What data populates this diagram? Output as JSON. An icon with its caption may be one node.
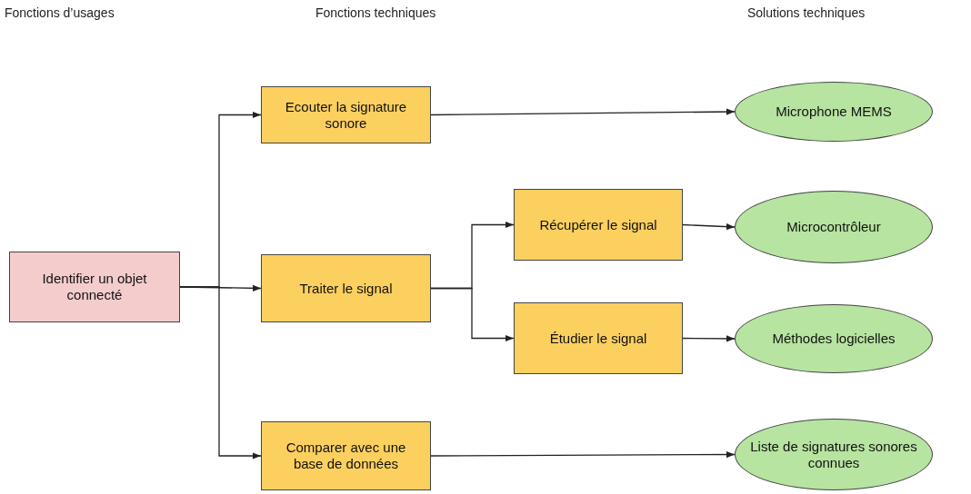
{
  "diagram": {
    "nodes": [
      {
        "text": [
          "Identifier un objet connecté"
        ]
      },
      {
        "text": [
          "Ecouter la signature sonore"
        ]
      },
      {
        "text": [
          "Traiter le signal"
        ]
      },
      {
        "text": [
          "Comparer avec une base de données"
        ]
      },
      {
        "text": [
          "Récupérer le signal"
        ]
      },
      {
        "text": [
          "Étudier le signal"
        ]
      },
      {
        "text": [
          "Microphone MEMS"
        ]
      },
      {
        "text": [
          "Microcontrôleur"
        ]
      },
      {
        "text": [
          "Méthodes logicielles"
        ]
      },
      {
        "text": [
          "Liste de signatures sonores connues"
        ]
      }
    ],
    "edges": [
      {
        "from": 0,
        "to": 1,
        "arrow": "to"
      },
      {
        "from": 0,
        "to": 2,
        "arrow": "to"
      },
      {
        "from": 0,
        "to": 3,
        "arrow": "to"
      },
      {
        "from": 1,
        "to": 6,
        "arrow": "to"
      },
      {
        "from": 2,
        "to": 4,
        "arrow": "to"
      },
      {
        "from": 2,
        "to": 5,
        "arrow": "to"
      },
      {
        "from": 4,
        "to": 7,
        "arrow": "to"
      },
      {
        "from": 5,
        "to": 8,
        "arrow": "to"
      },
      {
        "from": 3,
        "to": 9,
        "arrow": "to"
      }
    ],
    "labels": [
      "Fonctions d’usages",
      "Fonctions techniques",
      "Solutions techniques"
    ]
  }
}
